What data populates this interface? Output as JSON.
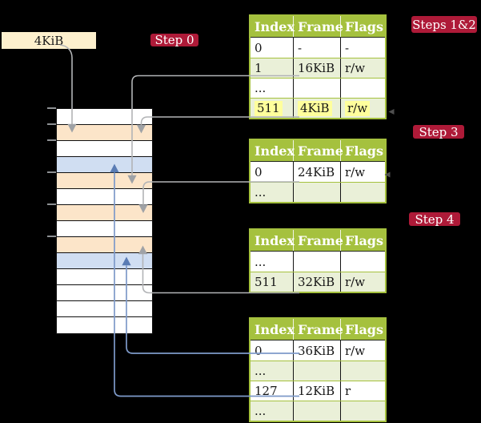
{
  "frame_box": {
    "label": "4KiB"
  },
  "step_labels": [
    {
      "text": "Step 0"
    },
    {
      "text": "Steps 1&2"
    },
    {
      "text": "Step 3"
    },
    {
      "text": "Step 4"
    }
  ],
  "memory": {
    "rows": [
      "white",
      "peach",
      "white",
      "blue",
      "peach",
      "white",
      "peach",
      "white",
      "peach",
      "blue",
      "white",
      "white",
      "white",
      "white"
    ]
  },
  "tables": [
    {
      "name": "page-table-steps-1-2",
      "headers": [
        "Index",
        "Frame",
        "Flags"
      ],
      "rows": [
        {
          "index": "0",
          "frame": "-",
          "flags": "-",
          "shaded": false,
          "highlighted": false
        },
        {
          "index": "1",
          "frame": "16KiB",
          "flags": "r/w",
          "shaded": true,
          "highlighted": false
        },
        {
          "index": "...",
          "frame": "",
          "flags": "",
          "shaded": false,
          "highlighted": false
        },
        {
          "index": "511",
          "frame": "4KiB",
          "flags": "r/w",
          "shaded": true,
          "highlighted": true
        }
      ]
    },
    {
      "name": "page-table-step-3",
      "headers": [
        "Index",
        "Frame",
        "Flags"
      ],
      "rows": [
        {
          "index": "0",
          "frame": "24KiB",
          "flags": "r/w",
          "shaded": false,
          "highlighted": false
        },
        {
          "index": "...",
          "frame": "",
          "flags": "",
          "shaded": true,
          "highlighted": false
        }
      ]
    },
    {
      "name": "page-table-step-4",
      "headers": [
        "Index",
        "Frame",
        "Flags"
      ],
      "rows": [
        {
          "index": "...",
          "frame": "",
          "flags": "",
          "shaded": false,
          "highlighted": false
        },
        {
          "index": "511",
          "frame": "32KiB",
          "flags": "r/w",
          "shaded": true,
          "highlighted": false
        }
      ]
    },
    {
      "name": "page-table-final",
      "headers": [
        "Index",
        "Frame",
        "Flags"
      ],
      "rows": [
        {
          "index": "0",
          "frame": "36KiB",
          "flags": "r/w",
          "shaded": false,
          "highlighted": false
        },
        {
          "index": "...",
          "frame": "",
          "flags": "",
          "shaded": true,
          "highlighted": false
        },
        {
          "index": "127",
          "frame": "12KiB",
          "flags": "r",
          "shaded": false,
          "highlighted": false
        },
        {
          "index": "...",
          "frame": "",
          "flags": "",
          "shaded": true,
          "highlighted": false
        }
      ]
    }
  ],
  "connectors": [
    {
      "from": "frame-address-label-4KiB",
      "to": "memory-frame-4KiB",
      "color": "gray"
    },
    {
      "from": "table1-row-1",
      "to": "memory-frame-16KiB",
      "color": "gray"
    },
    {
      "from": "table1-row-511",
      "to": "memory-frame-4KiB",
      "color": "gray"
    },
    {
      "from": "table2-row-0",
      "to": "memory-frame-24KiB",
      "color": "gray"
    },
    {
      "from": "table3-row-511",
      "to": "memory-frame-32KiB",
      "color": "gray"
    },
    {
      "from": "table4-row-0",
      "to": "memory-frame-36KiB",
      "color": "blue"
    },
    {
      "from": "table4-row-127",
      "to": "memory-frame-12KiB",
      "color": "blue"
    }
  ],
  "colors": {
    "header_green": "#a5c13e",
    "row_green": "#eaf0d8",
    "frame_peach": "#fce5c9",
    "frame_blue": "#d0def2",
    "highlight_yellow": "#ffff9c",
    "badge_crimson": "#ae1a38",
    "label_cream": "#fdf0cd",
    "connector_gray": "#b2b4b6",
    "connector_gray_head": "#9fa2a6",
    "connector_blue": "#7e9ac9",
    "connector_blue_head": "#5a7cb4"
  }
}
